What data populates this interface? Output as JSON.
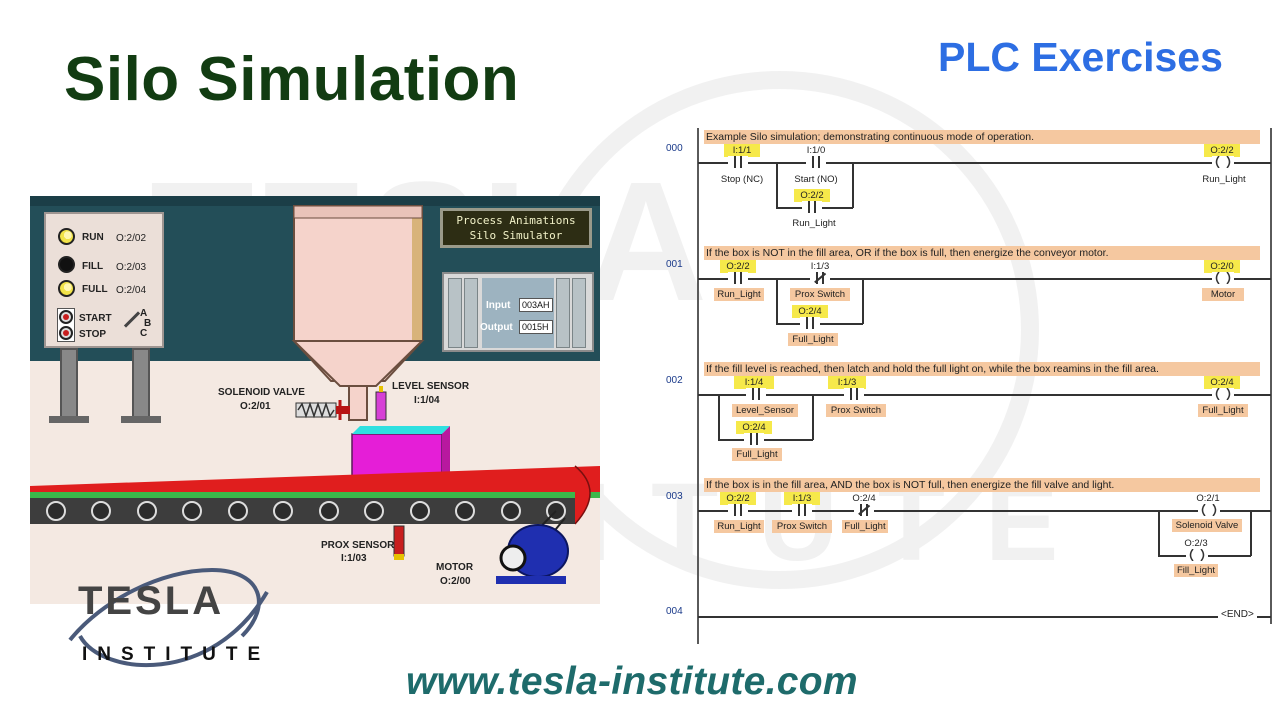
{
  "header": {
    "title": "Silo Simulation",
    "series": "PLC Exercises"
  },
  "footer": {
    "website": "www.tesla-institute.com"
  },
  "logo": {
    "line1": "TESLA",
    "line2": "INSTITUTE"
  },
  "simulation": {
    "control_panel": {
      "indicators": [
        {
          "label": "RUN",
          "address": "O:2/02",
          "state": "on"
        },
        {
          "label": "FILL",
          "address": "O:2/03",
          "state": "off"
        },
        {
          "label": "FULL",
          "address": "O:2/04",
          "state": "on"
        }
      ],
      "buttons": [
        {
          "label": "START"
        },
        {
          "label": "STOP"
        }
      ],
      "selector": {
        "positions": [
          "A",
          "B",
          "C"
        ]
      }
    },
    "display": {
      "line1": "Process Animations",
      "line2": "Silo Simulator"
    },
    "plc_rack": {
      "input_label": "Input",
      "input_value": "003AH",
      "output_label": "Output",
      "output_value": "0015H"
    },
    "solenoid_valve": {
      "name": "SOLENOID VALVE",
      "address": "O:2/01"
    },
    "level_sensor": {
      "name": "LEVEL SENSOR",
      "address": "I:1/04"
    },
    "prox_sensor": {
      "name": "PROX SENSOR",
      "address": "I:1/03"
    },
    "motor": {
      "name": "MOTOR",
      "address": "O:2/00"
    },
    "colors": {
      "wall": "#234e58",
      "belt": "#e01e1e",
      "box": "#e51ed7",
      "motor": "#1f2fb0",
      "lamp_on": "#f1e34a"
    }
  },
  "ladder": {
    "rungs": [
      {
        "number": "000",
        "comment": "Example Silo simulation;  demonstrating continuous mode of operation.",
        "contacts": [
          {
            "address": "I:1/1",
            "tag": "Stop (NC)",
            "type": "NO",
            "addr_hl": true,
            "tag_hl": false
          },
          {
            "address": "I:1/0",
            "tag": "Start (NO)",
            "type": "NO",
            "addr_hl": false,
            "tag_hl": false
          }
        ],
        "branch": {
          "address": "O:2/2",
          "tag": "Run_Light",
          "type": "NO",
          "addr_hl": true,
          "tag_hl": false
        },
        "coil": {
          "address": "O:2/2",
          "tag": "Run_Light",
          "addr_hl": true,
          "tag_hl": false
        }
      },
      {
        "number": "001",
        "comment": "If the box is NOT in the fill area, OR if  the box is full, then energize the conveyor motor.",
        "contacts": [
          {
            "address": "O:2/2",
            "tag": "Run_Light",
            "type": "NO",
            "addr_hl": true,
            "tag_hl": true
          },
          {
            "address": "I:1/3",
            "tag": "Prox Switch",
            "type": "NC",
            "addr_hl": false,
            "tag_hl": true
          }
        ],
        "branch": {
          "address": "O:2/4",
          "tag": "Full_Light",
          "type": "NO",
          "addr_hl": true,
          "tag_hl": true
        },
        "coil": {
          "address": "O:2/0",
          "tag": "Motor",
          "addr_hl": true,
          "tag_hl": true
        }
      },
      {
        "number": "002",
        "comment": "If the fill level is reached, then latch and hold the full light on, while the box reamins in the fill area.",
        "contacts": [
          {
            "address": "I:1/4",
            "tag": "Level_Sensor",
            "type": "NO",
            "addr_hl": true,
            "tag_hl": true
          },
          {
            "address": "I:1/3",
            "tag": "Prox Switch",
            "type": "NO",
            "addr_hl": true,
            "tag_hl": true
          }
        ],
        "branch": {
          "address": "O:2/4",
          "tag": "Full_Light",
          "type": "NO",
          "addr_hl": true,
          "tag_hl": true
        },
        "coil": {
          "address": "O:2/4",
          "tag": "Full_Light",
          "addr_hl": true,
          "tag_hl": true
        }
      },
      {
        "number": "003",
        "comment": "If the box is in the fill area, AND the box is NOT full, then energize the fill valve and light.",
        "contacts": [
          {
            "address": "O:2/2",
            "tag": "Run_Light",
            "type": "NO",
            "addr_hl": true,
            "tag_hl": true
          },
          {
            "address": "I:1/3",
            "tag": "Prox Switch",
            "type": "NO",
            "addr_hl": true,
            "tag_hl": true
          },
          {
            "address": "O:2/4",
            "tag": "Full_Light",
            "type": "NC",
            "addr_hl": false,
            "tag_hl": true
          }
        ],
        "coil": {
          "address": "O:2/1",
          "tag": "Solenoid Valve",
          "addr_hl": false,
          "tag_hl": true
        },
        "branch_coil": {
          "address": "O:2/3",
          "tag": "Fill_Light",
          "addr_hl": false,
          "tag_hl": true
        }
      },
      {
        "number": "004",
        "end_label": "END"
      }
    ]
  }
}
